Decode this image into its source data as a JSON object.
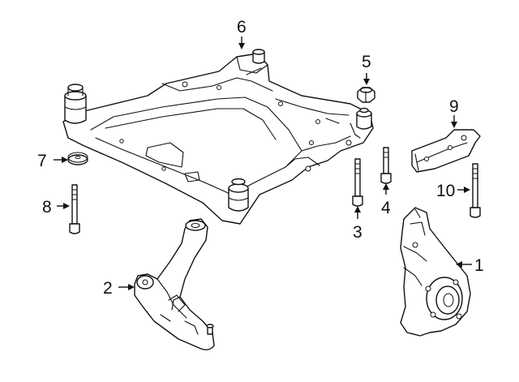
{
  "diagram": {
    "callouts": [
      {
        "id": "1",
        "part": "steering-knuckle"
      },
      {
        "id": "2",
        "part": "lower-control-arm"
      },
      {
        "id": "3",
        "part": "bolt-long"
      },
      {
        "id": "4",
        "part": "bolt-short"
      },
      {
        "id": "5",
        "part": "nut"
      },
      {
        "id": "6",
        "part": "crossmember"
      },
      {
        "id": "7",
        "part": "washer"
      },
      {
        "id": "8",
        "part": "bolt-left"
      },
      {
        "id": "9",
        "part": "bracket"
      },
      {
        "id": "10",
        "part": "bolt-right"
      }
    ],
    "line_color": "#111111",
    "background": "#ffffff"
  }
}
